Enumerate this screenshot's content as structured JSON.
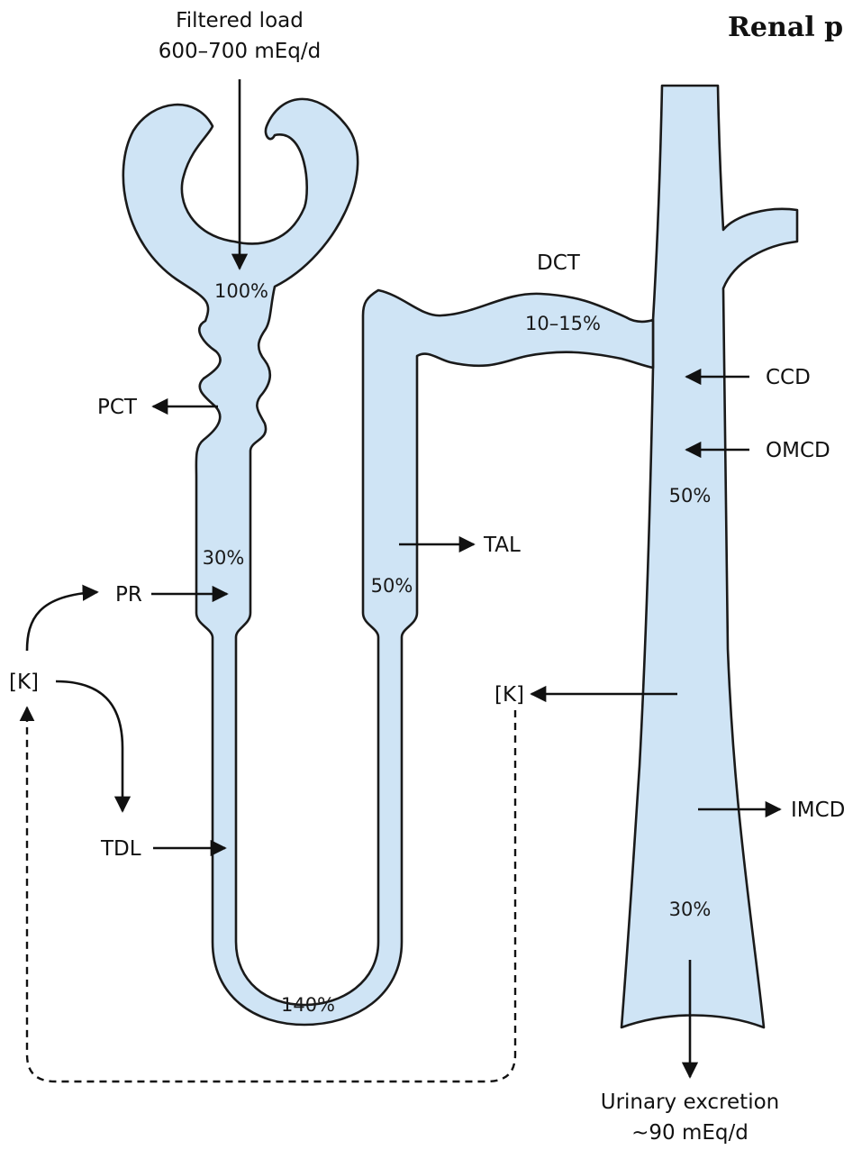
{
  "title": "Renal p",
  "colors": {
    "tubule_fill": "#cfe4f5",
    "outline": "#1a1a1a",
    "ink": "#111111"
  },
  "top": {
    "line1": "Filtered load",
    "line2": "600–700 mEq/d"
  },
  "bottom": {
    "line1": "Urinary excretion",
    "line2": "~90 mEq/d"
  },
  "segments": {
    "pct": "PCT",
    "pr": "PR",
    "tdl": "TDL",
    "tal": "TAL",
    "dct": "DCT",
    "ccd": "CCD",
    "omcd": "OMCD",
    "imcd": "IMCD"
  },
  "interstitium": {
    "left": "[K]",
    "right": "[K]"
  },
  "percents": {
    "glomerulus": "100%",
    "proximal": "30%",
    "loop_bend": "140%",
    "thick_ascending": "50%",
    "distal": "10–15%",
    "collecting_upper": "50%",
    "collecting_lower": "30%"
  }
}
